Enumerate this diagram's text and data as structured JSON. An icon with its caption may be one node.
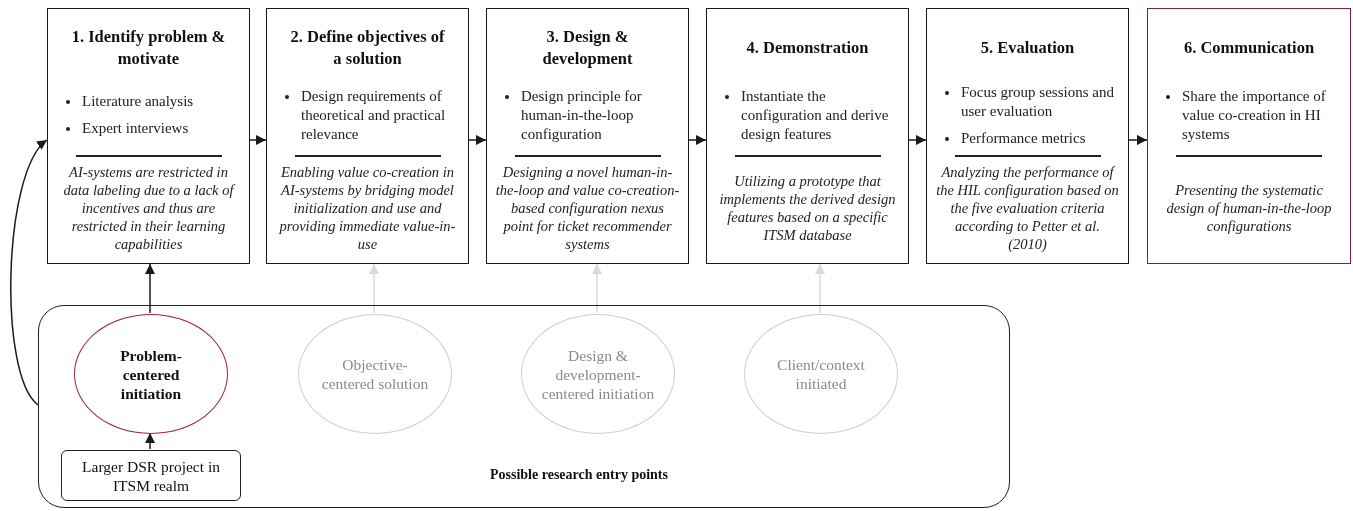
{
  "diagram": {
    "nodes": [
      {
        "text": [
          "1. Identify problem & motivate",
          "Literature analysis",
          "Expert interviews",
          "AI-systems are restricted in data labeling due to a lack of incentives and thus are restricted in their learning capabilities"
        ]
      },
      {
        "text": [
          "2. Define objectives of a solution",
          "Design requirements of theoretical and practical relevance",
          "Enabling value co-creation in AI-systems by bridging model initialization and use and providing immediate value-in-use"
        ]
      },
      {
        "text": [
          "3. Design & development",
          "Design principle for human-in-the-loop configuration",
          "Designing a novel human-in-the-loop and value co-creation-based configuration nexus point for ticket recommender systems"
        ]
      },
      {
        "text": [
          "4. Demonstration",
          "Instantiate the configuration and derive design features",
          "Utilizing a prototype that implements the derived design features based on a specific ITSM database"
        ]
      },
      {
        "text": [
          "5. Evaluation",
          "Focus group sessions and user evaluation",
          "Performance metrics",
          "Analyzing the performance of the HIL configuration based on the five evaluation criteria according to Petter et al. (2010)"
        ]
      },
      {
        "text": [
          "6. Communication",
          "Share the importance of value co-creation in HI systems",
          "Presenting the systematic design of human-in-the-loop configurations"
        ]
      },
      {
        "text": [
          "Possible research entry points"
        ]
      },
      {
        "text": [
          "Problem-centered initiation"
        ],
        "in": 6
      },
      {
        "text": [
          "Objective-centered solution"
        ],
        "in": 6
      },
      {
        "text": [
          "Design & development-centered initiation"
        ],
        "in": 6
      },
      {
        "text": [
          "Client/context initiated"
        ],
        "in": 6
      },
      {
        "text": [
          "Larger DSR project in ITSM realm"
        ],
        "in": 6
      }
    ],
    "edges": [
      {
        "from": 0,
        "to": 1,
        "arrow": "to"
      },
      {
        "from": 1,
        "to": 2,
        "arrow": "to"
      },
      {
        "from": 2,
        "to": 3,
        "arrow": "to"
      },
      {
        "from": 3,
        "to": 4,
        "arrow": "to"
      },
      {
        "from": 4,
        "to": 5,
        "arrow": "to"
      },
      {
        "from": 7,
        "to": 0,
        "arrow": "to"
      },
      {
        "from": 8,
        "to": 1,
        "arrow": "to",
        "color": "#d9d9d9"
      },
      {
        "from": 9,
        "to": 2,
        "arrow": "to",
        "color": "#d9d9d9"
      },
      {
        "from": 10,
        "to": 3,
        "arrow": "to",
        "color": "#d9d9d9"
      },
      {
        "from": 11,
        "to": 7,
        "arrow": "to"
      },
      {
        "from": 6,
        "to": 0,
        "arrow": "to"
      }
    ]
  }
}
